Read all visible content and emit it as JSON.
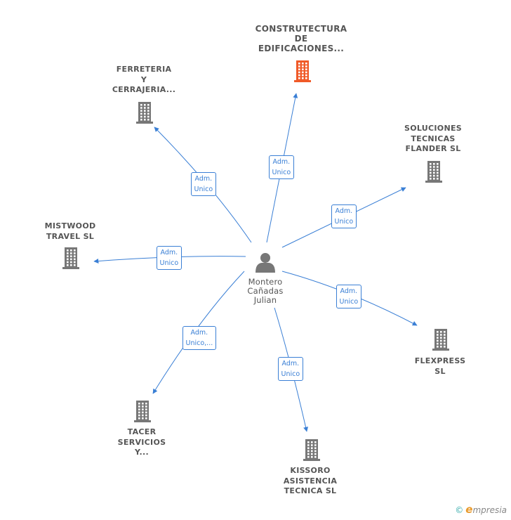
{
  "center": {
    "label": "Montero\nCañadas\nJulian"
  },
  "nodes": [
    {
      "id": "constructectura",
      "label": "CONSTRUTECTURA\nDE\nEDIFICACIONES...",
      "main": true,
      "edge": "Adm.\nUnico"
    },
    {
      "id": "ferreteria",
      "label": "FERRETERIA\nY\nCERRAJERIA...",
      "main": false,
      "edge": "Adm.\nUnico"
    },
    {
      "id": "soluciones",
      "label": "SOLUCIONES\nTECNICAS\nFLANDER  SL",
      "main": false,
      "edge": "Adm.\nUnico"
    },
    {
      "id": "mistwood",
      "label": "MISTWOOD\nTRAVEL  SL",
      "main": false,
      "edge": "Adm.\nUnico"
    },
    {
      "id": "flexpress",
      "label": "FLEXPRESS\nSL",
      "main": false,
      "edge": "Adm.\nUnico"
    },
    {
      "id": "tacer",
      "label": "TACER\nSERVICIOS\nY...",
      "main": false,
      "edge": "Adm.\nUnico,..."
    },
    {
      "id": "kissoro",
      "label": "KISSORO\nASISTENCIA\nTECNICA  SL",
      "main": false,
      "edge": "Adm.\nUnico"
    }
  ],
  "colors": {
    "edge": "#3a7fd5",
    "main_building": "#f05a28",
    "building": "#777777",
    "person": "#777777"
  },
  "footer": {
    "copyright": "©",
    "brand_initial": "e",
    "brand_rest": "mpresia"
  }
}
